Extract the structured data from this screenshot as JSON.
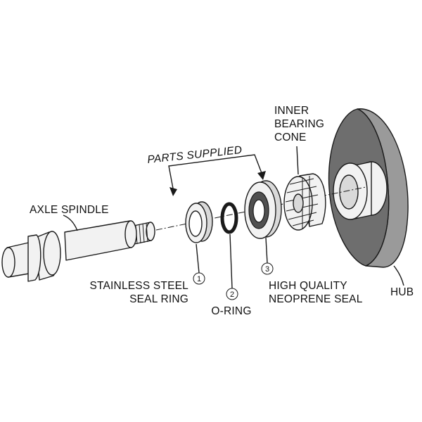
{
  "labels": {
    "parts_supplied": "PARTS SUPPLIED",
    "axle_spindle": "AXLE SPINDLE",
    "seal_ring_line1": "STAINLESS STEEL",
    "seal_ring_line2": "SEAL RING",
    "oring": "O-RING",
    "neoprene_line1": "HIGH QUALITY",
    "neoprene_line2": "NEOPRENE SEAL",
    "bearing_line1": "INNER",
    "bearing_line2": "BEARING",
    "bearing_line3": "CONE",
    "hub": "HUB"
  },
  "callouts": [
    "1",
    "2",
    "3"
  ],
  "colors": {
    "part_fill": "#f2f2f2",
    "part_shade": "#d9d9d9",
    "hub_face": "#6e6e6e",
    "dark_ring": "#505050",
    "outline": "#1a1a1a"
  }
}
